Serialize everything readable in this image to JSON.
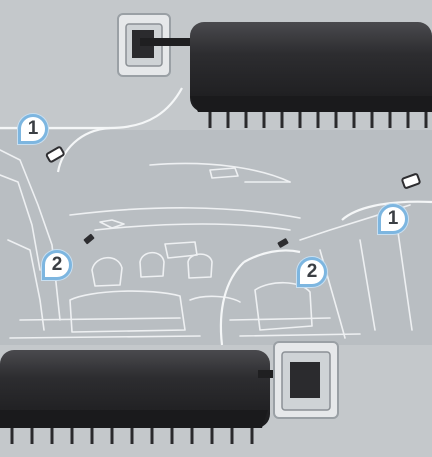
{
  "callouts": [
    {
      "id": "callout-1-left",
      "label": "1"
    },
    {
      "id": "callout-1-right",
      "label": "1"
    },
    {
      "id": "callout-2-left",
      "label": "2"
    },
    {
      "id": "callout-2-right",
      "label": "2"
    }
  ],
  "colors": {
    "background": "#b9bec2",
    "panel": "#c8ccd0",
    "cover_roll": "#2d2d30",
    "linework": "#e9ecee",
    "callout_ring": "#7db6e0"
  },
  "icons": [
    "cargo-cover-roll",
    "anchor-bracket",
    "anchor-point",
    "car-interior"
  ]
}
